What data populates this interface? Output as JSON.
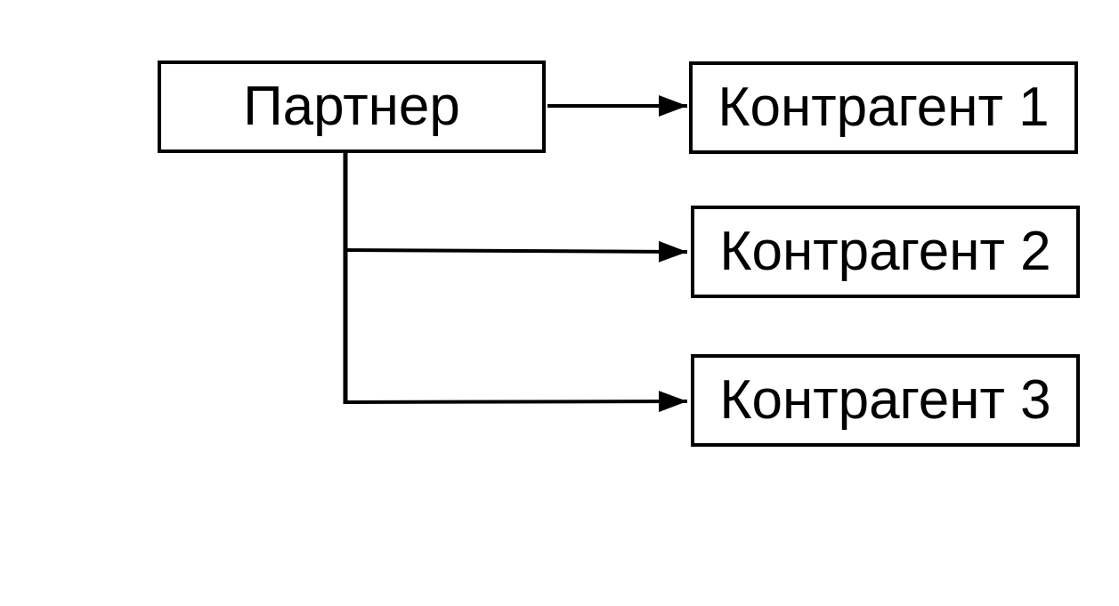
{
  "diagram": {
    "root": {
      "label": "Партнер"
    },
    "children": [
      {
        "label": "Контрагент 1"
      },
      {
        "label": "Контрагент 2"
      },
      {
        "label": "Контрагент 3"
      }
    ]
  },
  "colors": {
    "stroke": "#000000",
    "text": "#000000",
    "background": "#ffffff"
  }
}
